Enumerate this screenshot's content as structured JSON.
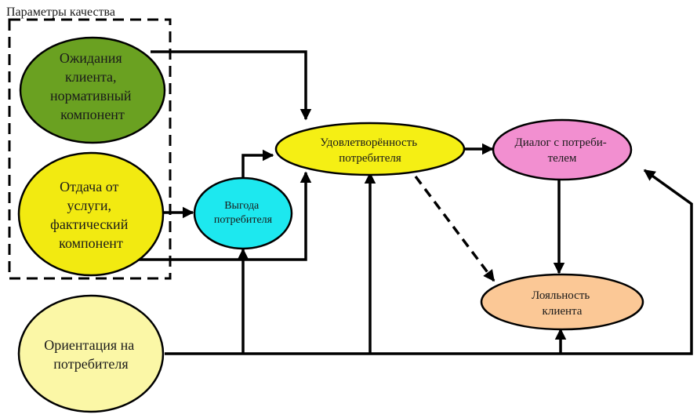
{
  "group": {
    "label": "Параметры качества"
  },
  "nodes": {
    "expectations": {
      "lines": [
        "Ожидания",
        "клиента,",
        "нормативный",
        "компонент"
      ],
      "color": "#6aa121"
    },
    "service_return": {
      "lines": [
        "Отдача от",
        "услуги,",
        "фактический",
        "компонент"
      ],
      "color": "#f2ea11"
    },
    "orientation": {
      "lines": [
        "Ориентация на",
        "потребителя"
      ],
      "color": "#fbf7a6"
    },
    "benefit": {
      "lines": [
        "Выгода",
        "потребителя"
      ],
      "color": "#1de8ef"
    },
    "satisfaction": {
      "lines": [
        "Удовлетворённость",
        "потребителя"
      ],
      "color": "#f5ef14"
    },
    "dialog": {
      "lines": [
        "Диалог с потреби-",
        "телем"
      ],
      "color": "#f28fd0"
    },
    "loyalty": {
      "lines": [
        "Лояльность",
        "клиента"
      ],
      "color": "#fbc896"
    }
  }
}
